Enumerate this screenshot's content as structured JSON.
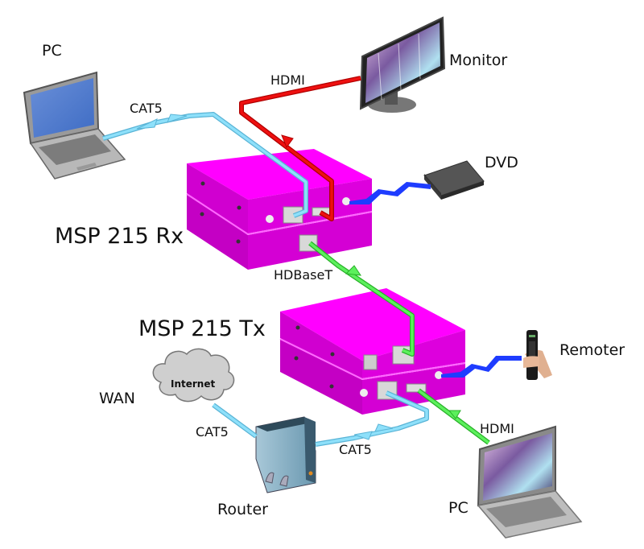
{
  "colors": {
    "box_top": "#ff00ff",
    "box_front": "#cc00cc",
    "box_side": "#b000b0",
    "cat5": "#7fd4f0",
    "hdmi_out": "#e40000",
    "hdbaset": "#40e040",
    "ir": "#1e3cff"
  },
  "devices": {
    "rx_unit": "MSP 215 Rx",
    "tx_unit": "MSP 215 Tx",
    "pc_top": "PC",
    "pc_bottom": "PC",
    "monitor": "Monitor",
    "dvd": "DVD",
    "remote": "Remoter",
    "router": "Router",
    "wan": "WAN",
    "internet": "Internet"
  },
  "connections": [
    {
      "label": "CAT5",
      "from": "PC",
      "to": "MSP 215 Rx",
      "type": "cat5"
    },
    {
      "label": "HDMI",
      "from": "MSP 215 Rx",
      "to": "Monitor",
      "type": "hdmi_out"
    },
    {
      "label": "",
      "from": "DVD",
      "to": "MSP 215 Rx",
      "type": "ir"
    },
    {
      "label": "HDBaseT",
      "from": "MSP 215 Tx",
      "to": "MSP 215 Rx",
      "type": "hdbaset"
    },
    {
      "label": "",
      "from": "Remoter",
      "to": "MSP 215 Tx",
      "type": "ir"
    },
    {
      "label": "CAT5",
      "from": "Internet",
      "to": "Router",
      "type": "cat5"
    },
    {
      "label": "CAT5",
      "from": "Router",
      "to": "MSP 215 Tx",
      "type": "cat5"
    },
    {
      "label": "HDMI",
      "from": "PC",
      "to": "MSP 215 Tx",
      "type": "hdbaset"
    }
  ]
}
